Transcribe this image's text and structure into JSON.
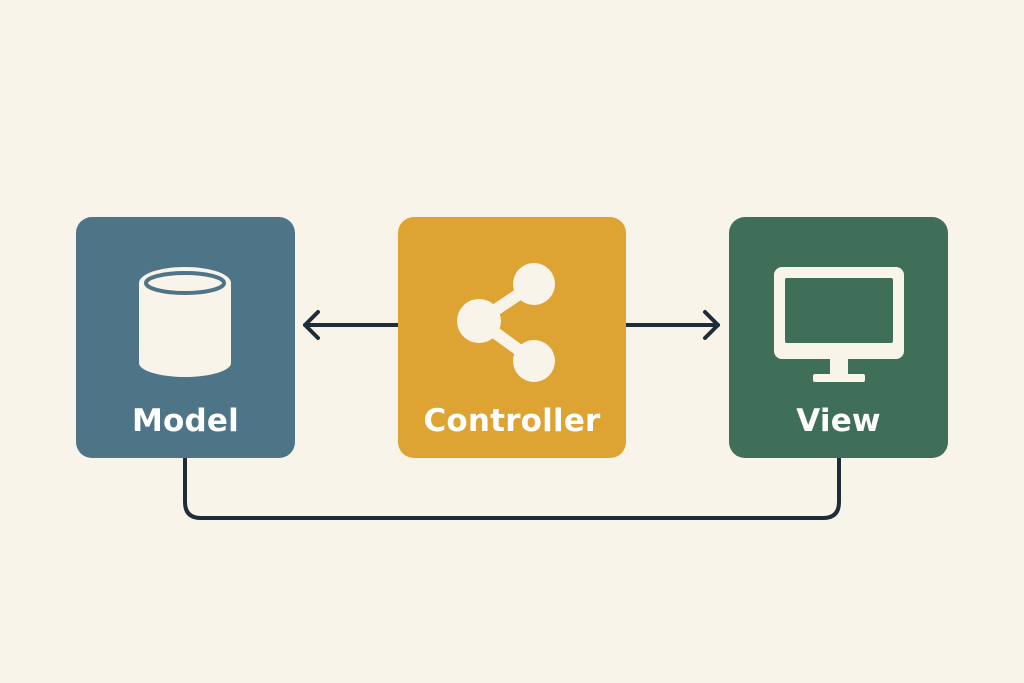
{
  "diagram": {
    "background": "#f9f4ea",
    "connector_color": "#1f2d38",
    "nodes": [
      {
        "id": "model",
        "label": "Model",
        "icon": "database-icon",
        "color": "#4e7487"
      },
      {
        "id": "controller",
        "label": "Controller",
        "icon": "share-icon",
        "color": "#dda333"
      },
      {
        "id": "view",
        "label": "View",
        "icon": "monitor-icon",
        "color": "#3f6f58"
      }
    ],
    "edges": [
      {
        "from": "controller",
        "to": "model",
        "style": "arrow"
      },
      {
        "from": "controller",
        "to": "view",
        "style": "arrow"
      },
      {
        "from": "model",
        "to": "view",
        "style": "line"
      }
    ]
  }
}
